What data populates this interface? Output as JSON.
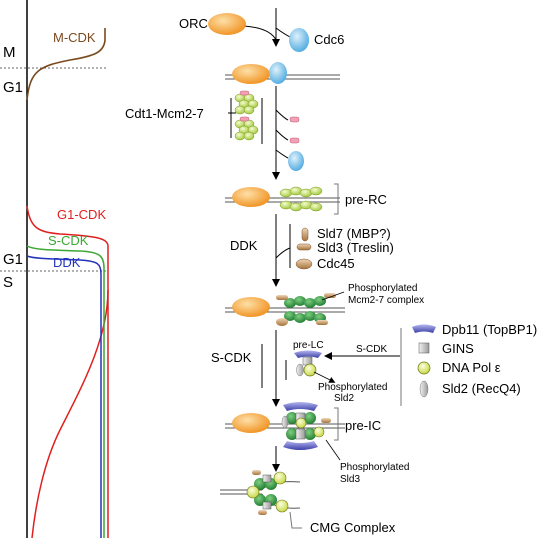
{
  "phases": {
    "m": "M",
    "g1_top": "G1",
    "g1_bottom": "G1",
    "s": "S"
  },
  "curves": {
    "mcdk": {
      "label": "M-CDK",
      "color": "#7a4a1e"
    },
    "g1cdk": {
      "label": "G1-CDK",
      "color": "#e02020"
    },
    "scdk": {
      "label": "S-CDK",
      "color": "#3aa832"
    },
    "ddk": {
      "label": "DDK",
      "color": "#2233bb"
    }
  },
  "steps": {
    "orc": "ORC",
    "cdc6": "Cdc6",
    "cdt1_mcm": "Cdt1-Mcm2-7",
    "pre_rc": "pre-RC",
    "ddk": "DDK",
    "sld7": "Sld7 (MBP?)",
    "sld3": "Sld3 (Treslin)",
    "cdc45": "Cdc45",
    "phos_mcm_1": "Phosphorylated",
    "phos_mcm_2": "Mcm2-7 complex",
    "scdk": "S-CDK",
    "pre_lc": "pre-LC",
    "scdk_arrow": "S-CDK",
    "phos_sld2_1": "Phosphorylated",
    "phos_sld2_2": "Sld2",
    "pre_ic": "pre-IC",
    "phos_sld3_1": "Phosphorylated",
    "phos_sld3_2": "Sld3",
    "cmg": "CMG Complex"
  },
  "legend": {
    "dpb11": "Dpb11 (TopBP1)",
    "gins": "GINS",
    "polE": "DNA Pol ε",
    "sld2": "Sld2 (RecQ4)"
  },
  "colors": {
    "orc": "#f4a53a",
    "cdc6": "#7ec3ee",
    "mcm": "#c9e36a",
    "mcm_dark": "#2f9a3e",
    "cdt1": "#f2a0b4",
    "sld3": "#c89a6a",
    "dpb11": "#5b5fc4",
    "gins": "#8a7a6a",
    "polE": "#e9f06c",
    "sld2": "#cfcfcf"
  }
}
